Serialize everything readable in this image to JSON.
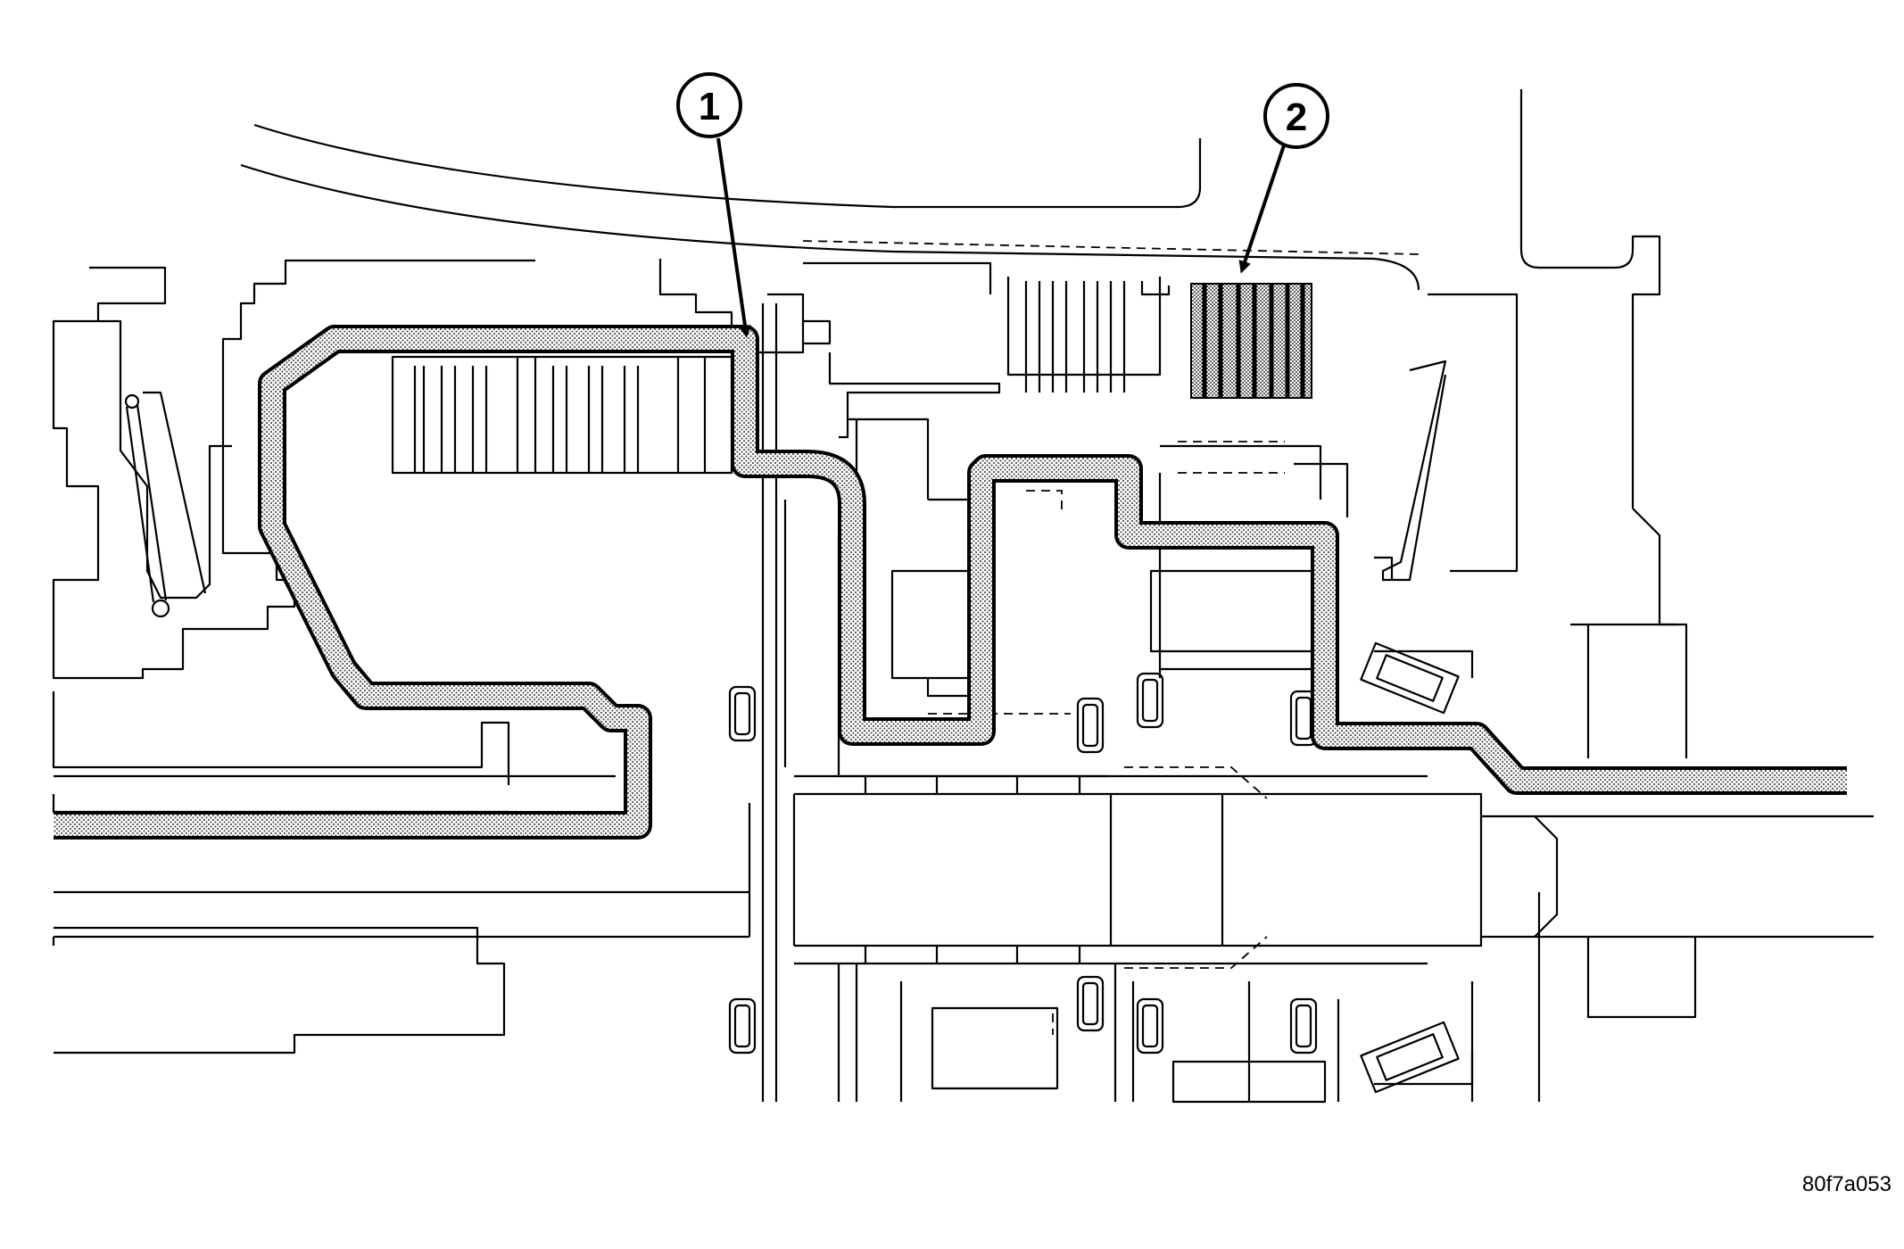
{
  "figure_code": "80f7a053",
  "callouts": [
    {
      "label": "1"
    },
    {
      "label": "2"
    }
  ],
  "colors": {
    "line": "#000000",
    "background": "#ffffff",
    "fluid_fill": "dotted-gray"
  }
}
